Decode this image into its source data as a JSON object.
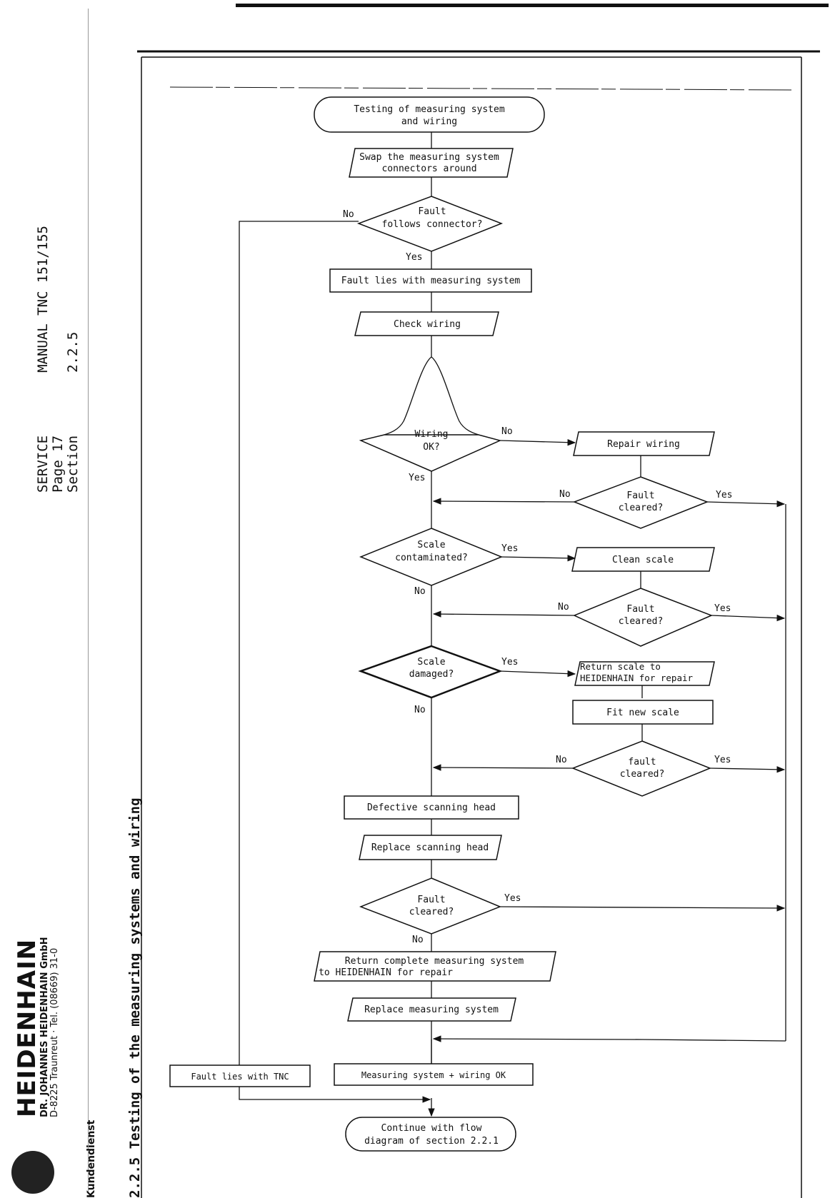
{
  "header": {
    "line1_left": "SERVICE",
    "line1_right": "MANUAL TNC 151/155",
    "line2": "Page 17",
    "line3_left": "Section",
    "line3_right": "2.2.5"
  },
  "section_title": "2.2.5 Testing of the measuring systems and wiring",
  "company": {
    "logo": "HEIDENHAIN",
    "name": "DR. JOHANNES HEIDENHAIN GmbH",
    "address": "D-8225 Traunreut · Tel. (08669) 31-0",
    "department": "Kundendienst"
  },
  "flowchart": {
    "start": [
      "Testing of measuring system",
      "and wiring"
    ],
    "swap": [
      "Swap the measuring system",
      "connectors around"
    ],
    "d_follows": [
      "Fault",
      "follows connector?"
    ],
    "fault_measuring": "Fault lies with measuring system",
    "check_wiring": "Check wiring",
    "d_wiring": [
      "Wiring",
      "OK?"
    ],
    "repair_wiring": "Repair wiring",
    "d_cleared1": [
      "Fault",
      "cleared?"
    ],
    "d_contam": [
      "Scale",
      "contaminated?"
    ],
    "clean_scale": "Clean scale",
    "d_cleared2": [
      "Fault",
      "cleared?"
    ],
    "d_damaged": [
      "Scale",
      "damaged?"
    ],
    "return_scale": [
      "Return scale to",
      "HEIDENHAIN for repair"
    ],
    "fit_scale": "Fit new scale",
    "d_cleared3": [
      "fault",
      "cleared?"
    ],
    "defective_head": "Defective scanning head",
    "replace_head": "Replace scanning head",
    "d_cleared4": [
      "Fault",
      "cleared?"
    ],
    "return_system": [
      "Return complete measuring system",
      "to HEIDENHAIN for repair"
    ],
    "replace_system": "Replace measuring system",
    "fault_tnc": "Fault lies with TNC",
    "system_ok": "Measuring system + wiring OK",
    "end": [
      "Continue with flow",
      "diagram of section 2.2.1"
    ],
    "yes": "Yes",
    "no": "No"
  }
}
